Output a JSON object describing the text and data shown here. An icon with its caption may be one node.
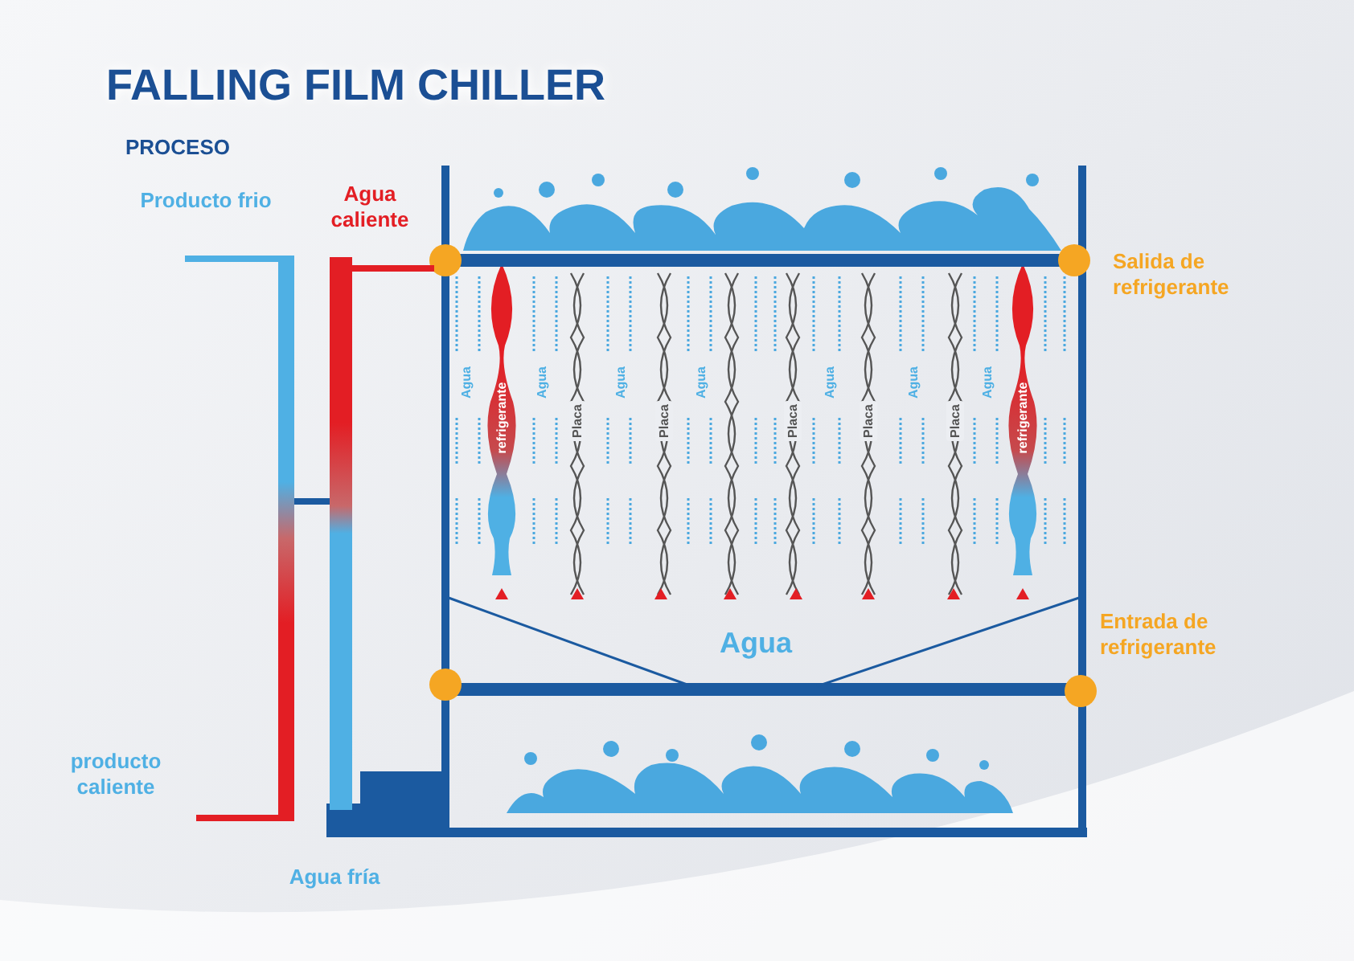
{
  "diagram": {
    "title": "FALLING FILM CHILLER",
    "labels": [
      "PROCESO",
      "Producto frio",
      "Agua caliente",
      "Salida de refrigerante",
      "Entrada de refrigerante",
      "Agua",
      "refrigerante",
      "Agua",
      "Placa",
      "Agua",
      "Placa",
      "Agua",
      "Placa",
      "Agua",
      "Placa",
      "Agua",
      "Placa",
      "Agua",
      "refrigerante",
      "Agua",
      "producto caliente",
      "Agua fría"
    ]
  }
}
